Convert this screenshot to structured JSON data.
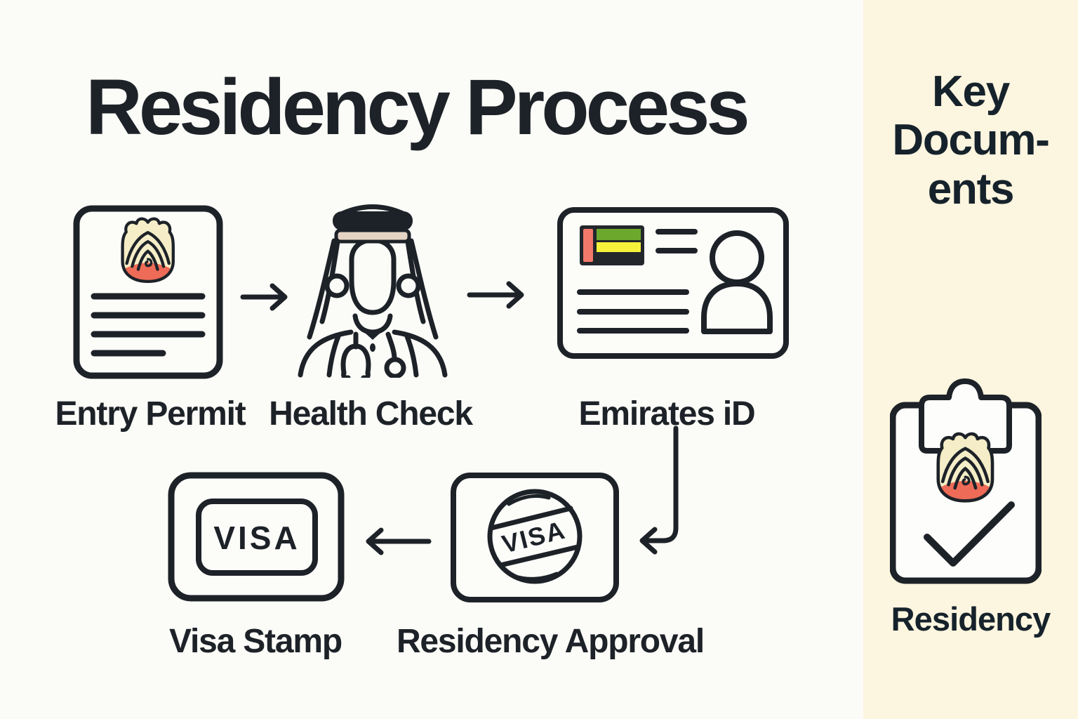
{
  "header": {
    "title": "Residency Process"
  },
  "flow": {
    "steps": [
      {
        "label": "Entry Permit",
        "icon": "entry-permit-document-icon"
      },
      {
        "label": "Health Check",
        "icon": "doctor-in-ghutra-icon"
      },
      {
        "label": "Emirates iD",
        "icon": "emirates-id-card-icon"
      },
      {
        "label": "Residency Approval",
        "icon": "round-visa-stamp-icon"
      },
      {
        "label": "Visa Stamp",
        "icon": "visa-stamp-card-icon"
      }
    ],
    "round_stamp_text": "VISA",
    "visa_card_text": "VISA"
  },
  "sidebar": {
    "title": "Key\nDocum-\nents",
    "item": {
      "label": "Residency",
      "icon": "clipboard-check-icon"
    }
  },
  "colors": {
    "ink": "#1d2228",
    "page_bg": "#fbfbf7",
    "sidebar_bg": "#fcf5df",
    "emblem_cream": "#f4edc7",
    "emblem_red": "#ed6b57",
    "flag_red": "#f3796b",
    "flag_green": "#6ba82c",
    "flag_yellow": "#f6f23b",
    "flag_dark": "#23272c",
    "ghutra_band_tan": "#e5d4c3"
  }
}
